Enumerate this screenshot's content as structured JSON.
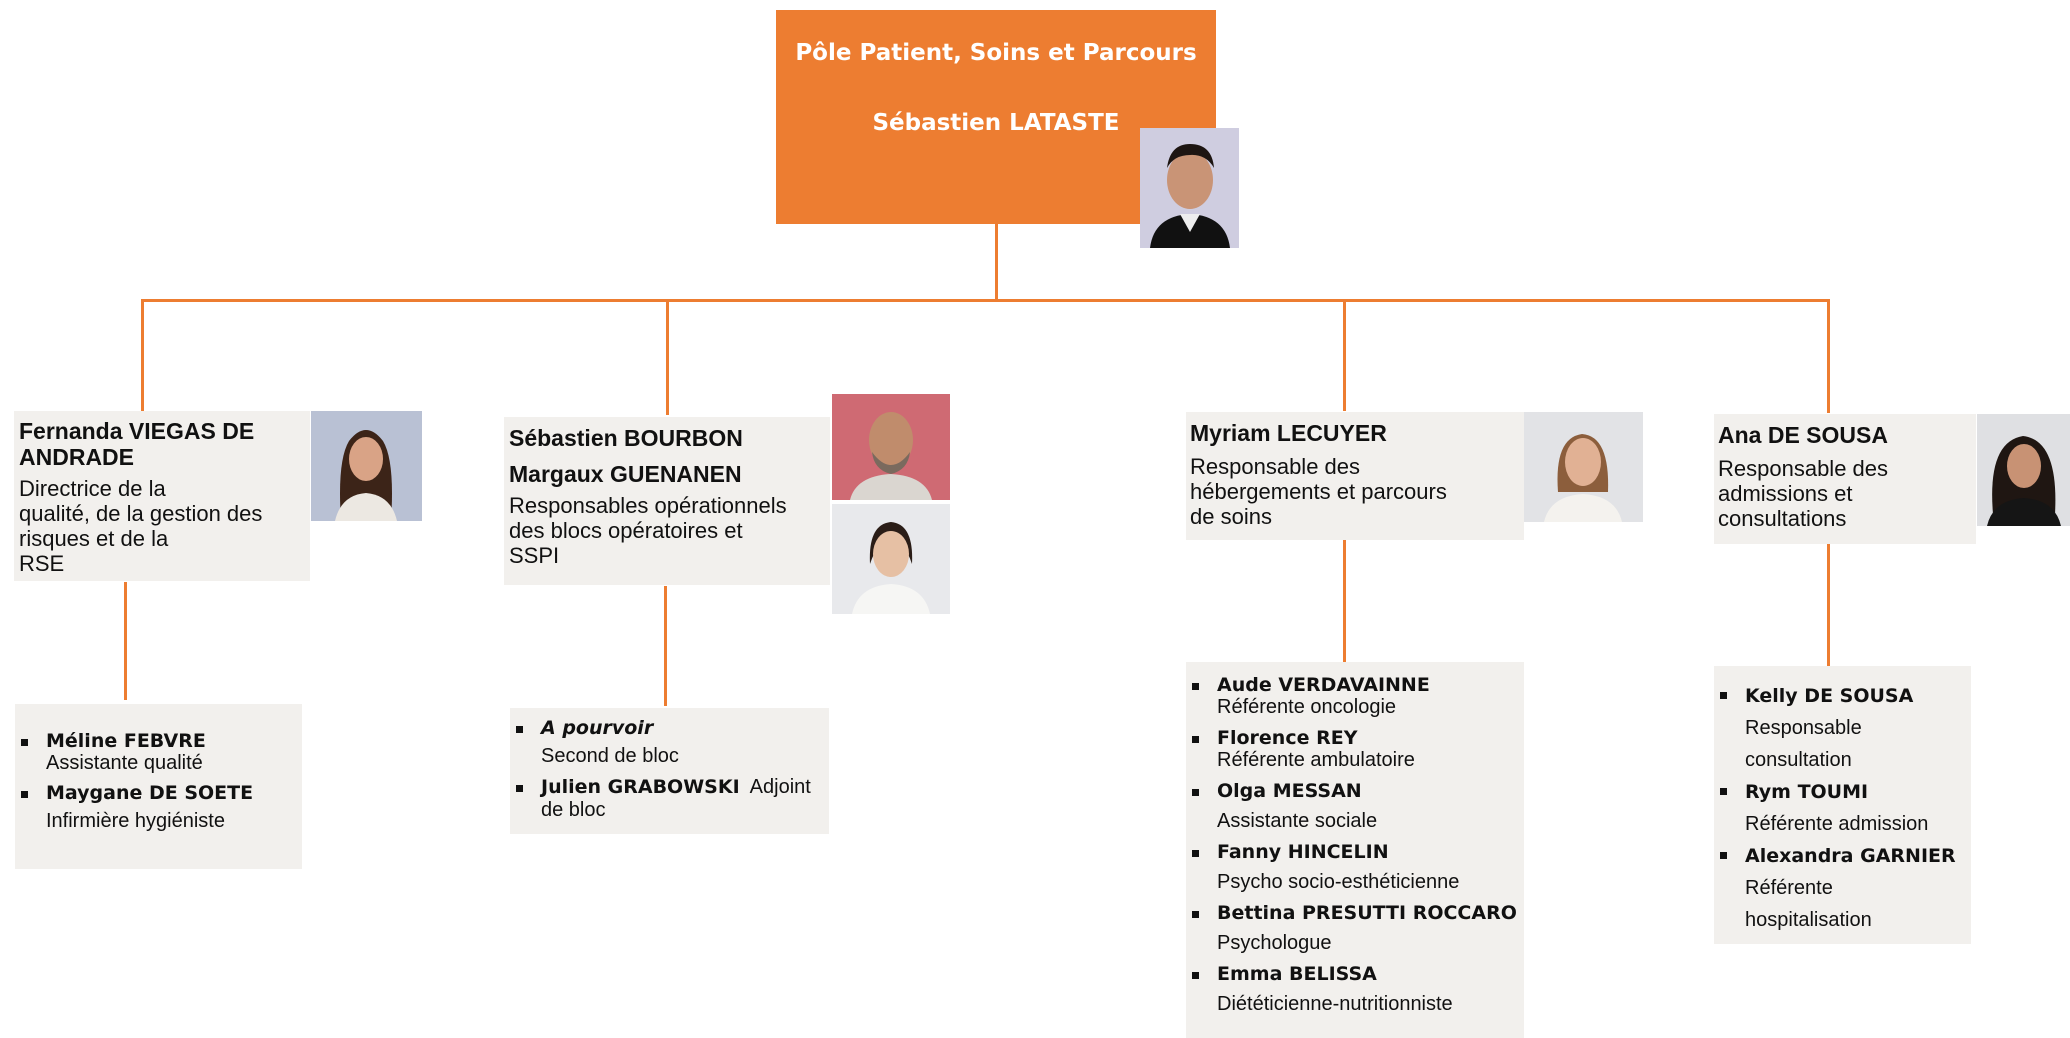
{
  "colors": {
    "accent": "#ed7d31",
    "card": "#f2f0ed",
    "text": "#111111"
  },
  "top": {
    "title": "Pôle Patient, Soins et Parcours",
    "name": "Sébastien LATASTE",
    "photo": "portrait-photo"
  },
  "managers": [
    {
      "name_line1": "Fernanda VIEGAS DE",
      "name_line2": "ANDRADE",
      "role_lines": [
        "Directrice de la",
        "qualité, de la gestion des",
        "risques et de la",
        "RSE"
      ],
      "photo": "portrait-photo"
    },
    {
      "name_line1": "Sébastien BOURBON",
      "name_line2": "Margaux GUENANEN",
      "role_lines": [
        "Responsables opérationnels",
        "des blocs opératoires et",
        "SSPI"
      ],
      "photos": [
        "portrait-photo",
        "portrait-photo"
      ]
    },
    {
      "name_line1": "Myriam LECUYER",
      "role_lines": [
        "Responsable des",
        "hébergements et parcours",
        "de soins"
      ],
      "photo": "portrait-photo"
    },
    {
      "name_line1": "Ana DE SOUSA",
      "role_lines": [
        "Responsable des",
        "admissions et",
        "consultations"
      ],
      "photo": "portrait-photo"
    }
  ],
  "teams": [
    {
      "members": [
        {
          "name": "Méline FEBVRE",
          "role": "Assistante qualité"
        },
        {
          "name": "Maygane DE SOETE",
          "role": "Infirmière hygiéniste"
        }
      ]
    },
    {
      "members": [
        {
          "name": "A pourvoir",
          "role": "Second de bloc"
        },
        {
          "name": "Julien GRABOWSKI",
          "role": "Adjoint de bloc"
        }
      ]
    },
    {
      "members": [
        {
          "name": "Aude VERDAVAINNE",
          "role": "Référente oncologie"
        },
        {
          "name": "Florence REY",
          "role": "Référente ambulatoire"
        },
        {
          "name": "Olga MESSAN",
          "role": "Assistante sociale"
        },
        {
          "name": "Fanny HINCELIN",
          "role": "Psycho socio-esthéticienne"
        },
        {
          "name": "Bettina PRESUTTI ROCCARO",
          "role": "Psychologue"
        },
        {
          "name": "Emma BELISSA",
          "role": "Diététicienne-nutritionniste"
        }
      ]
    },
    {
      "members": [
        {
          "name": "Kelly DE SOUSA",
          "role_lines": [
            "Responsable",
            "consultation"
          ]
        },
        {
          "name": "Rym TOUMI",
          "role_lines": [
            "Référente admission"
          ]
        },
        {
          "name": "Alexandra GARNIER",
          "role_lines": [
            "Référente",
            "hospitalisation"
          ]
        }
      ]
    }
  ]
}
